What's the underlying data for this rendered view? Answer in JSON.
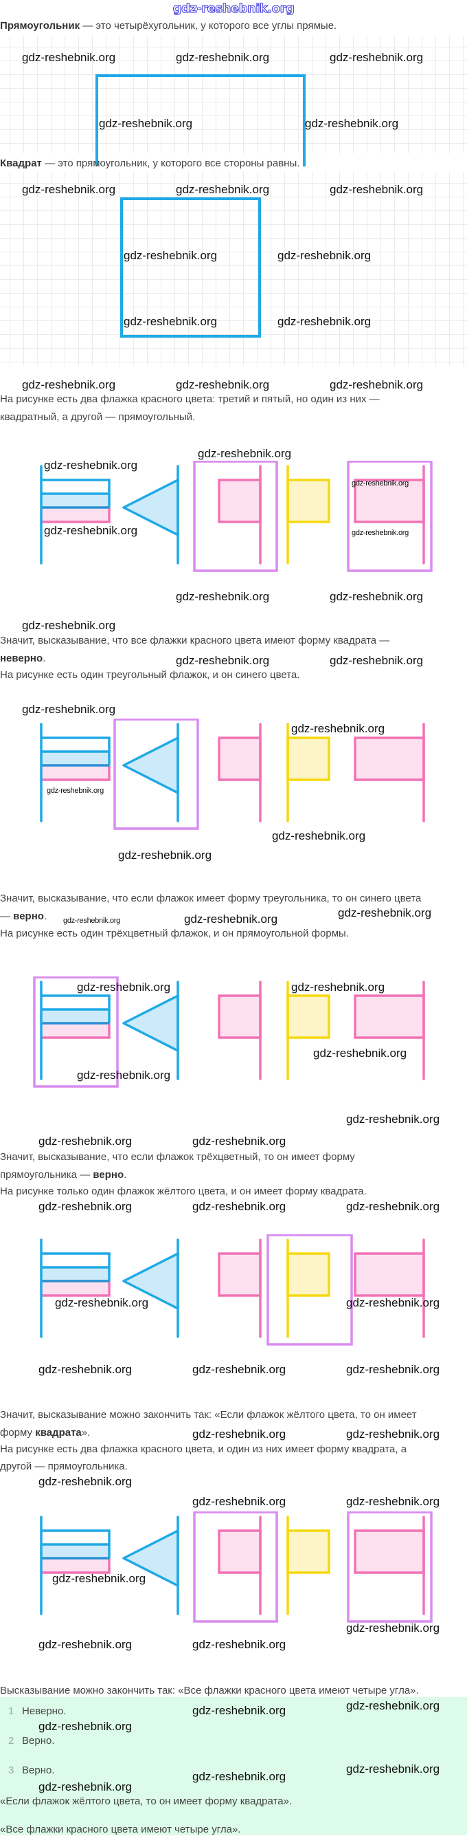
{
  "header": {
    "watermark": "gdz-reshebnik.org"
  },
  "watermark": "gdz-reshebnik.org",
  "definitions": {
    "rectangle": {
      "term": "Прямоугольник",
      "text": " — это четырёхугольник, у которого все углы прямые."
    },
    "square": {
      "term": "Квадрат",
      "text": " — это прямоугольник, у которого все стороны равны."
    }
  },
  "sections": [
    {
      "intro": [
        "На рисунке есть два флажка красного цвета: третий и пятый, но один из них —",
        "квадратный, а другой — прямоугольный."
      ],
      "highlighted_flags": [
        2,
        4
      ],
      "conclusion_line1": "Значит, высказывание, что все флажки красного цвета имеют форму квадрата —",
      "conclusion_pre": "",
      "conclusion_bold": "неверно",
      "conclusion_post": "."
    },
    {
      "intro": [
        "На рисунке есть один треугольный флажок, и он синего цвета."
      ],
      "highlighted_flags": [
        1
      ],
      "conclusion_line1": "Значит, высказывание, что если флажок имеет форму треугольника, то он синего цвета",
      "conclusion_pre": "— ",
      "conclusion_bold": "верно",
      "conclusion_post": "."
    },
    {
      "intro": [
        "На рисунке есть один трёхцветный флажок, и он прямоугольной формы."
      ],
      "highlighted_flags": [
        0
      ],
      "conclusion_line1": "Значит, высказывание, что если флажок трёхцветный, то он имеет форму",
      "conclusion_pre": "прямоугольника — ",
      "conclusion_bold": "верно",
      "conclusion_post": "."
    },
    {
      "intro": [
        "На рисунке только один флажок жёлтого цвета, и он имеет форму квадрата."
      ],
      "highlighted_flags": [
        3
      ],
      "conclusion_line1": "Значит, высказывание можно закончить так: «Если флажок жёлтого цвета, то он имеет",
      "conclusion_pre": "форму ",
      "conclusion_bold": "квадрата",
      "conclusion_post": "»."
    },
    {
      "intro": [
        "На рисунке есть два флажка красного цвета, и один из них имеет форму квадрата, а",
        "другой — прямоугольника."
      ],
      "highlighted_flags": [
        2,
        4
      ],
      "conclusion_line1": "Высказывание можно закончить так: «Все флажки красного цвета имеют четыре угла»."
    }
  ],
  "answers": {
    "items": [
      {
        "number": "1",
        "label": "Неверно."
      },
      {
        "number": "2",
        "label": "Верно."
      },
      {
        "number": "3",
        "label": "Верно."
      }
    ],
    "statements": [
      "«Если флажок жёлтого цвета, то он имеет форму квадрата».",
      "«Все флажки красного цвета имеют четыре угла»."
    ]
  },
  "colors": {
    "blue": "#1fa9e6",
    "blue_fill": "#cdeafa",
    "pink": "#f272b6",
    "pink_fill": "#fde0ef",
    "yellow": "#f5d90f",
    "yellow_fill": "#fdf4c8",
    "highlight": "#d98cf0",
    "answer_bg": "#dcfbe9"
  }
}
